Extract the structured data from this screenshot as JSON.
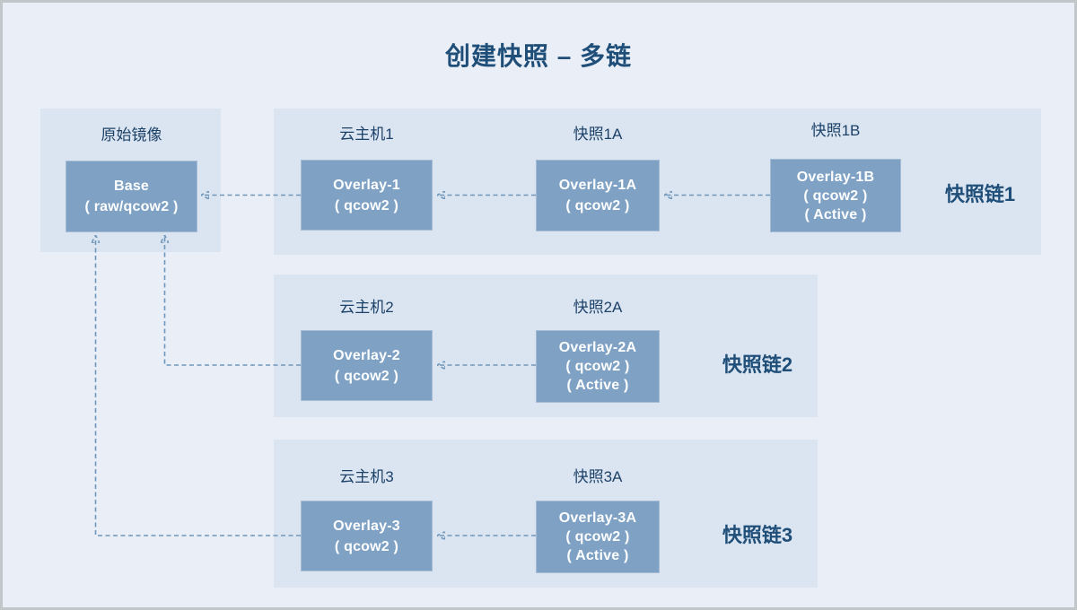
{
  "title": "创建快照 – 多链",
  "base": {
    "label": "原始镜像",
    "box": {
      "line1": "Base",
      "line2": "( raw/qcow2 )"
    }
  },
  "chains": [
    {
      "label": "快照链1",
      "nodes": [
        {
          "title": "云主机1",
          "line1": "Overlay-1",
          "line2": "( qcow2 )"
        },
        {
          "title": "快照1A",
          "line1": "Overlay-1A",
          "line2": "( qcow2 )"
        },
        {
          "title": "快照1B",
          "line1": "Overlay-1B",
          "line2": "( qcow2 )",
          "line3": "( Active )"
        }
      ]
    },
    {
      "label": "快照链2",
      "nodes": [
        {
          "title": "云主机2",
          "line1": "Overlay-2",
          "line2": "( qcow2 )"
        },
        {
          "title": "快照2A",
          "line1": "Overlay-2A",
          "line2": "( qcow2 )",
          "line3": "( Active )"
        }
      ]
    },
    {
      "label": "快照链3",
      "nodes": [
        {
          "title": "云主机3",
          "line1": "Overlay-3",
          "line2": "( qcow2 )"
        },
        {
          "title": "快照3A",
          "line1": "Overlay-3A",
          "line2": "( qcow2 )",
          "line3": "( Active )"
        }
      ]
    }
  ],
  "colors": {
    "accent_dark_blue": "#1f4e79",
    "label_navy": "#1c4168",
    "box_fill": "#7fa1c3",
    "panel_bg": "#dbe5f1",
    "page_bg": "#e9eef7",
    "arrow": "#6f96bb",
    "box_text": "#fdfeff"
  }
}
